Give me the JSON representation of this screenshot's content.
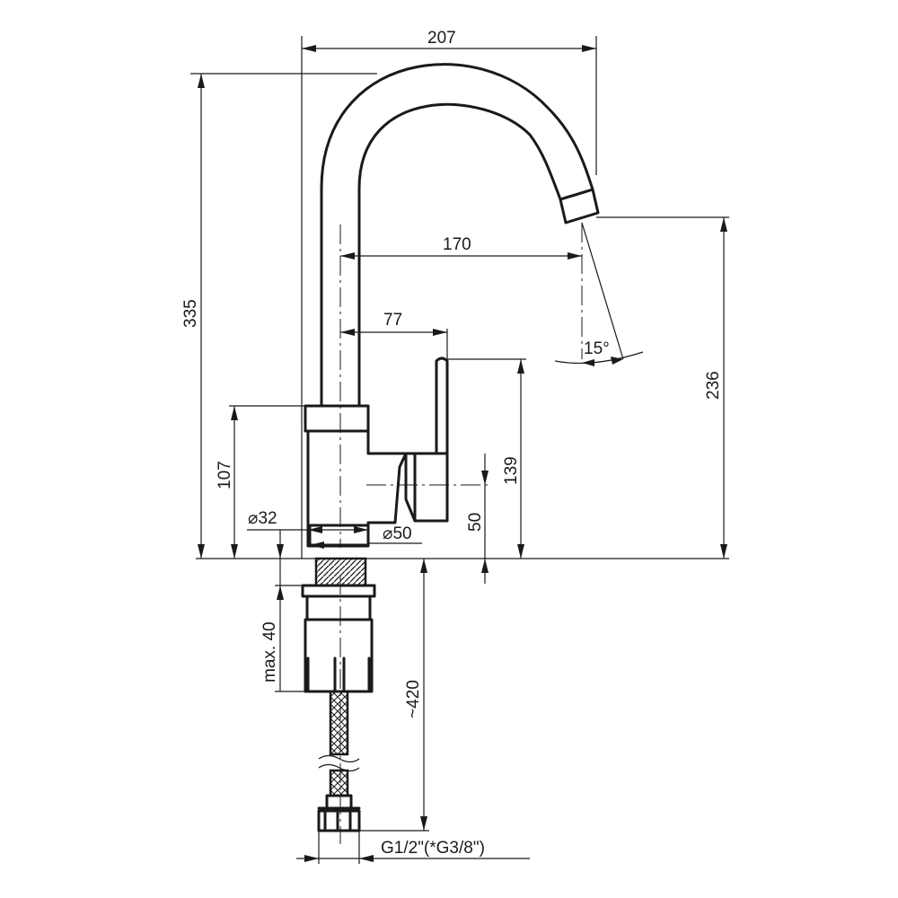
{
  "dimensions": {
    "overall_width": "207",
    "overall_height": "335",
    "spout_reach": "170",
    "handle_offset": "77",
    "spout_height": "236",
    "body_height": "107",
    "handle_height": "139",
    "handle_center_height": "50",
    "body_diameter": "⌀32",
    "base_diameter": "⌀50",
    "max_mount_thickness": "max. 40",
    "hose_length": "~420",
    "spout_angle": "15°",
    "thread_spec": "G1/2\"(*G3/8\")"
  }
}
